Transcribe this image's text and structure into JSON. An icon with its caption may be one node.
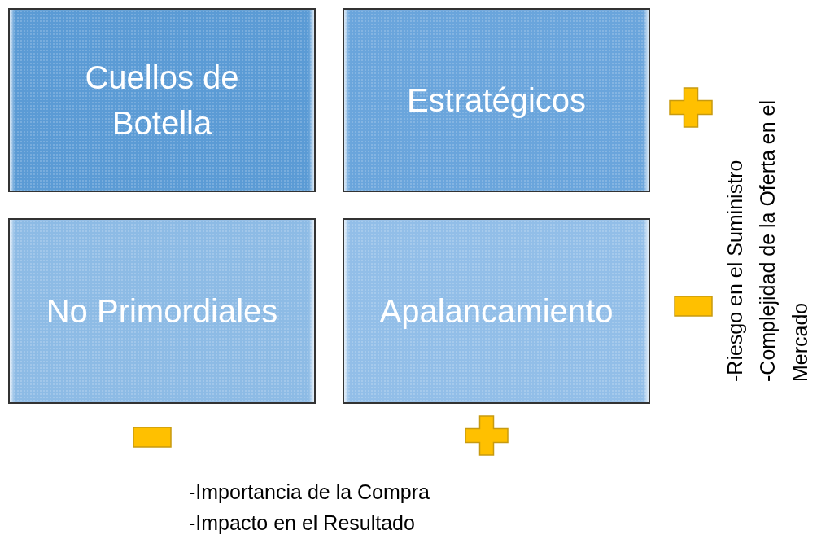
{
  "diagram": {
    "nodes": [
      {
        "text": [
          "Cuellos de Botella"
        ]
      },
      {
        "text": [
          "Estratégicos"
        ]
      },
      {
        "text": [
          "No Primordiales"
        ]
      },
      {
        "text": [
          "Apalancamiento"
        ]
      }
    ],
    "labels": [
      "-Riesgo en el Suministro",
      "-Complejidad de la Oferta en el Mercado",
      "-Importancia de la Compra",
      "-Impacto en el Resultado"
    ]
  }
}
